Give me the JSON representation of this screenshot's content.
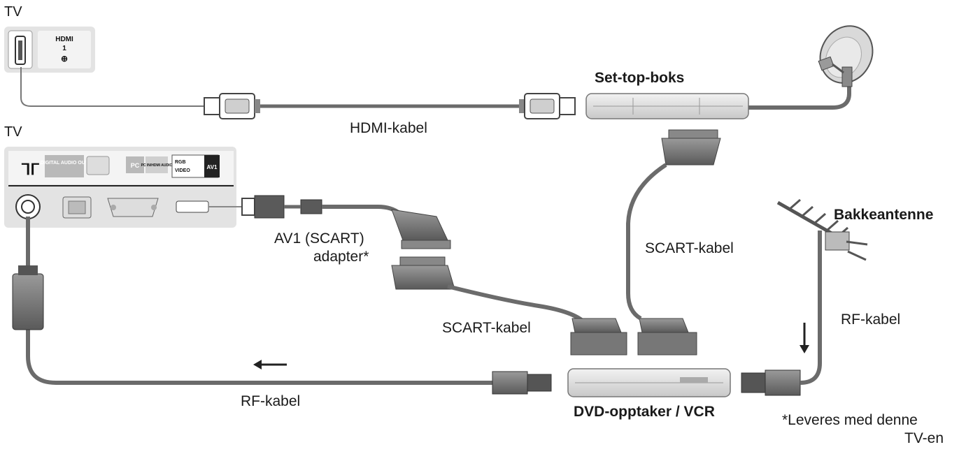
{
  "tv_top": {
    "label": "TV",
    "hdmi_port": {
      "line1": "HDMI",
      "line2": "1",
      "symbol": "⊕"
    }
  },
  "tv_bottom": {
    "label": "TV",
    "panel": {
      "antenna_symbol": "ᒣᒥ",
      "digital_audio": "DIGITAL AUDIO OUT",
      "pc": "PC",
      "pc_sub": "PC IN/HDMI AUDIO",
      "av_rgb": "RGB",
      "av_video": "VIDEO",
      "av1": "AV1"
    }
  },
  "labels": {
    "set_top_box": "Set-top-boks",
    "hdmi_cable": "HDMI-kabel",
    "av1_adapter_line1": "AV1 (SCART)",
    "av1_adapter_line2": "adapter*",
    "scart_cable_right": "SCART-kabel",
    "scart_cable_left": "SCART-kabel",
    "ground_antenna": "Bakkeantenne",
    "rf_cable_right": "RF-kabel",
    "rf_cable_bottom": "RF-kabel",
    "dvd_vcr": "DVD-opptaker / VCR",
    "footnote_line1": "*Leveres med denne",
    "footnote_line2": "TV-en"
  },
  "icons": [
    "hdmi-port-icon",
    "satellite-dish-icon",
    "ground-antenna-icon",
    "arrow-left-icon",
    "arrow-down-icon"
  ],
  "colors": {
    "cable": "#6b6b6b",
    "panel": "#e6e6e6",
    "device": "#d9d9d9",
    "dark": "#4a4a4a"
  }
}
